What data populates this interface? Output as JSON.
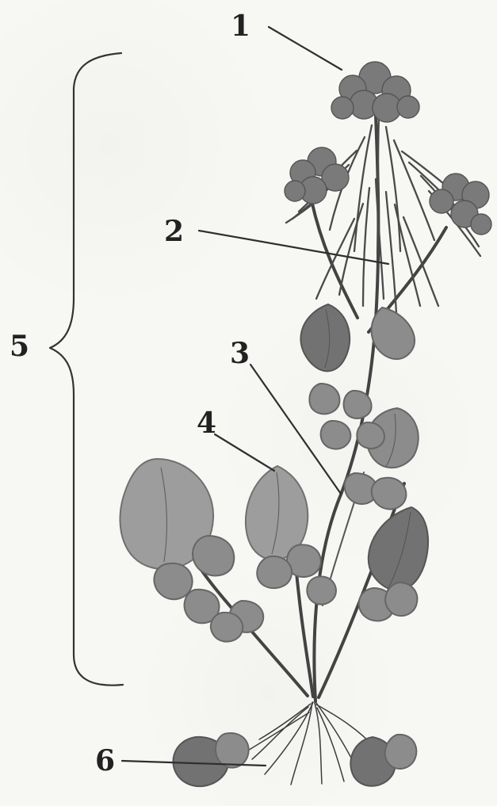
{
  "diagram": {
    "labels": {
      "one": "1",
      "two": "2",
      "three": "3",
      "four": "4",
      "five": "5",
      "six": "6"
    }
  }
}
